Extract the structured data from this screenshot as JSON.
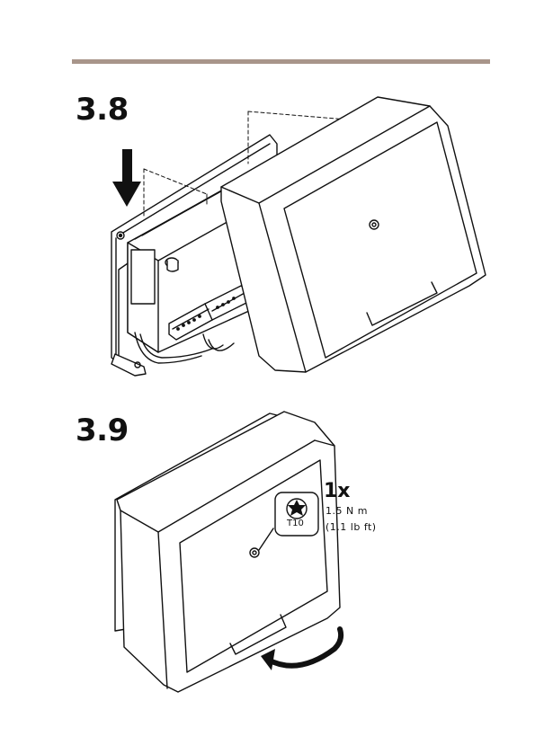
{
  "steps": [
    {
      "number": "3.8"
    },
    {
      "number": "3.9"
    }
  ],
  "torque": {
    "quantity": "1x",
    "bit": "T10",
    "value_metric": "1.5 N m",
    "value_imperial": "(1.1 lb ft)"
  },
  "colors": {
    "rule": "#a8958a",
    "ink": "#111111"
  },
  "icons": [
    "down-arrow-icon",
    "rotate-arrow-icon",
    "torx-bit-icon"
  ]
}
